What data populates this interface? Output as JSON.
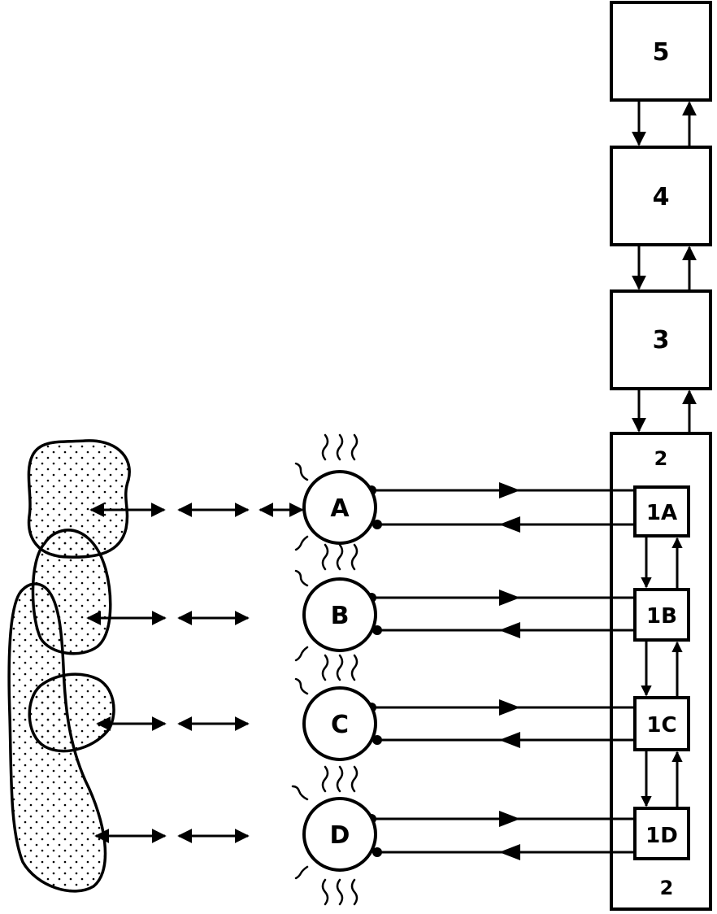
{
  "blocks": {
    "b5": "5",
    "b4": "4",
    "b3": "3",
    "container_top": "2",
    "container_bottom": "2"
  },
  "sub_units": [
    "1A",
    "1B",
    "1C",
    "1D"
  ],
  "neurons": [
    "A",
    "B",
    "C",
    "D"
  ]
}
